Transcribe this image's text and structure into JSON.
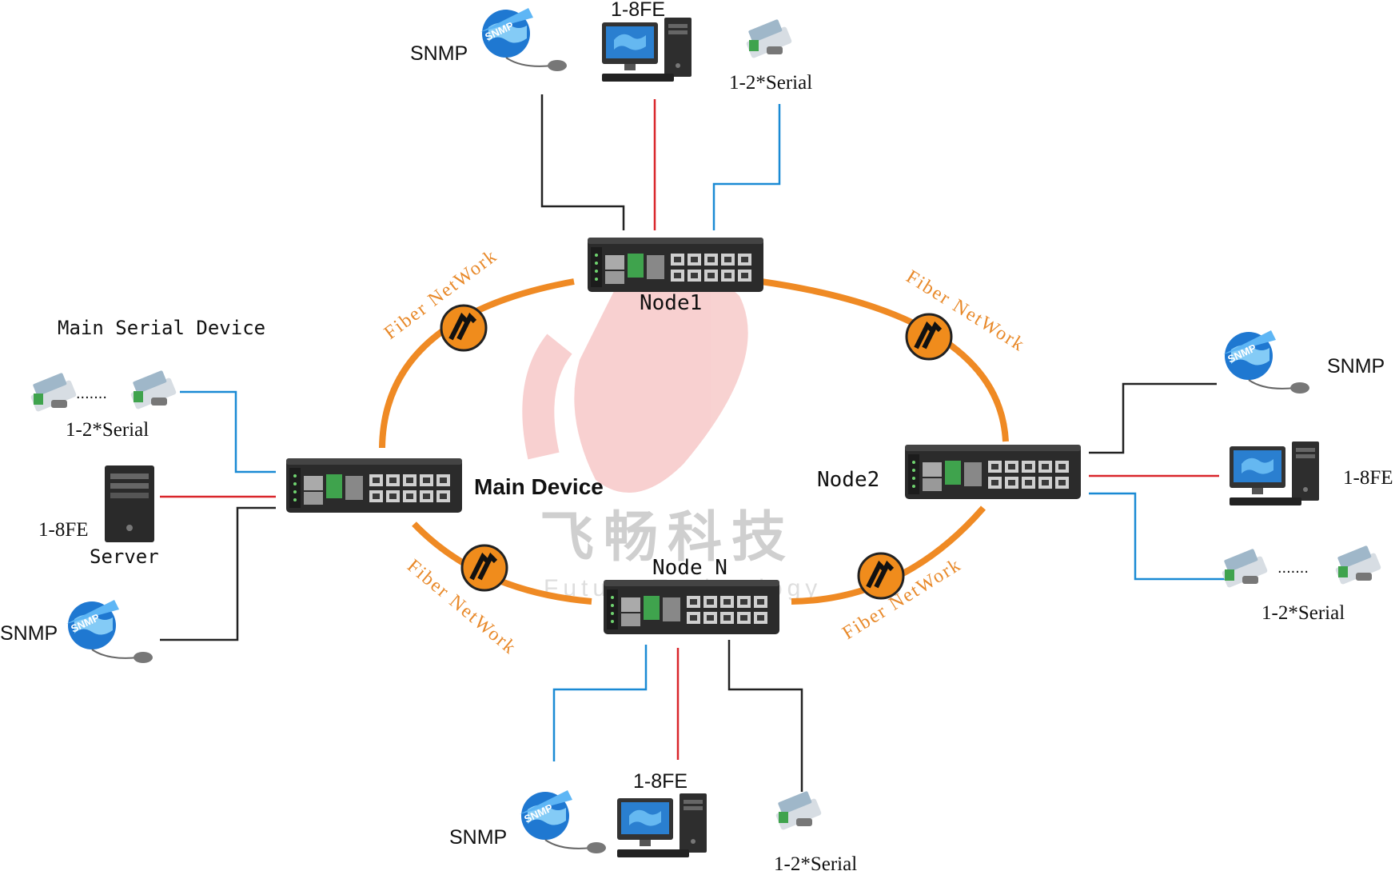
{
  "watermark": {
    "chinese": "飞畅科技",
    "english": "Future Technology"
  },
  "fiber_label": "Fiber NetWork",
  "devices": {
    "main": "Main Device",
    "node1": "Node1",
    "node2": "Node2",
    "nodeN": "Node N"
  },
  "labels": {
    "snmp": "SNMP",
    "fe": "1-8FE",
    "fe_serif": "1-8FE",
    "serial": "1-2*Serial",
    "main_serial_device": "Main Serial Device",
    "server": "Server",
    "dots": "......."
  },
  "colors": {
    "fiber": "#ef8a24",
    "ethernet": "#d9262b",
    "serial": "#1a8ad4",
    "management": "#222222"
  }
}
